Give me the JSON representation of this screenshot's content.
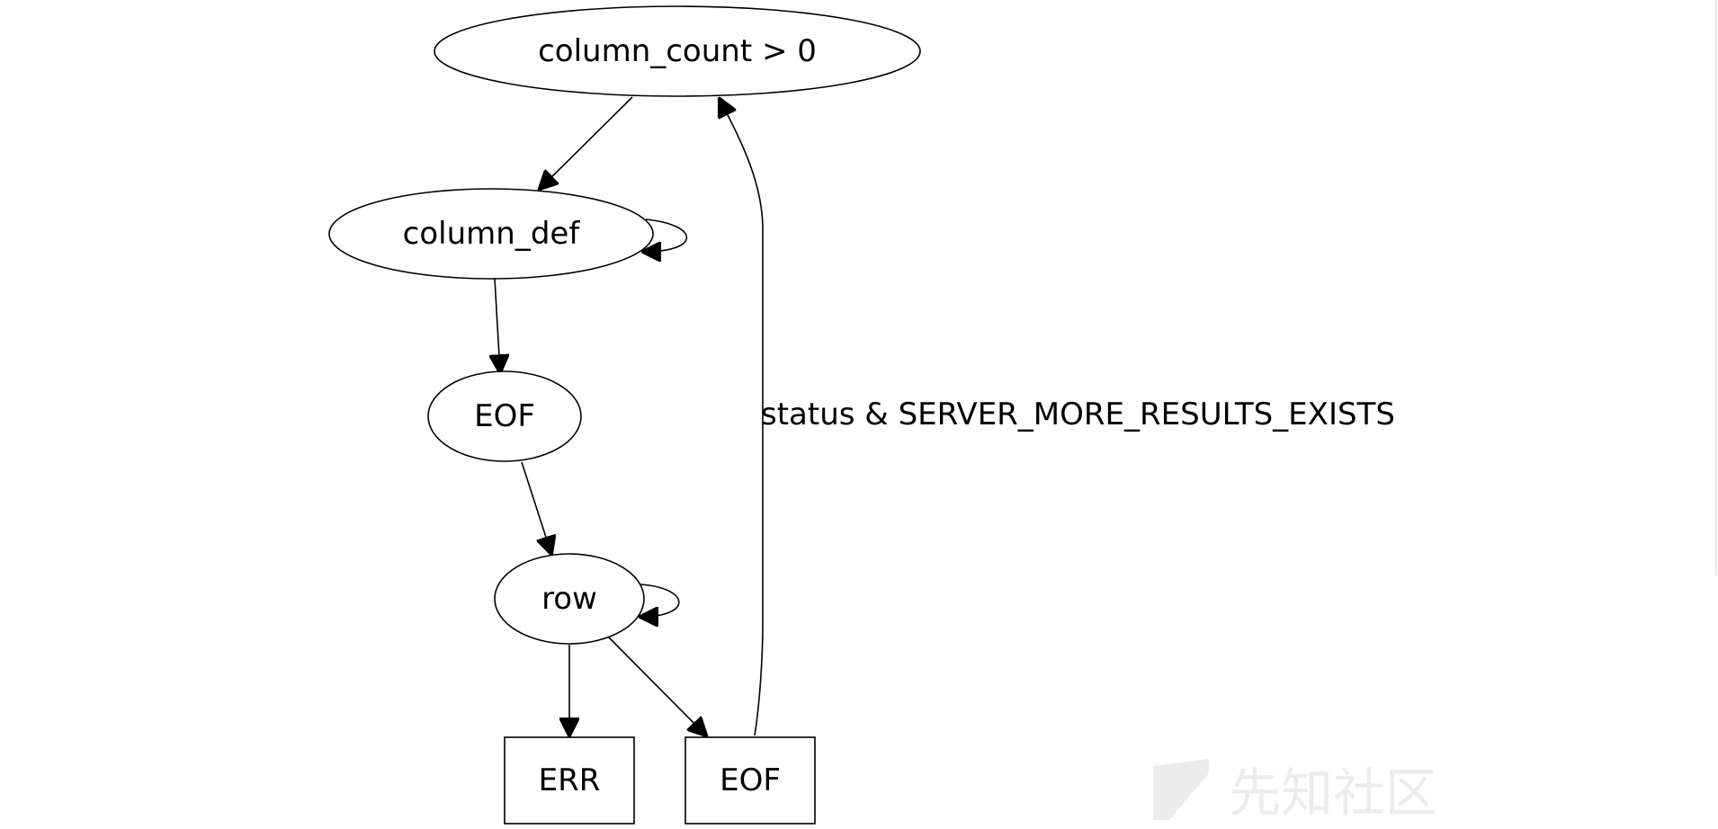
{
  "nodes": {
    "column_count": {
      "label": "column_count > 0",
      "shape": "ellipse"
    },
    "column_def": {
      "label": "column_def",
      "shape": "ellipse"
    },
    "eof_mid": {
      "label": "EOF",
      "shape": "ellipse"
    },
    "row": {
      "label": "row",
      "shape": "ellipse"
    },
    "err": {
      "label": "ERR",
      "shape": "box"
    },
    "eof_end": {
      "label": "EOF",
      "shape": "box"
    }
  },
  "edges": [
    {
      "from": "column_count",
      "to": "column_def",
      "label": ""
    },
    {
      "from": "column_def",
      "to": "column_def",
      "label": ""
    },
    {
      "from": "column_def",
      "to": "eof_mid",
      "label": ""
    },
    {
      "from": "eof_mid",
      "to": "row",
      "label": ""
    },
    {
      "from": "row",
      "to": "row",
      "label": ""
    },
    {
      "from": "row",
      "to": "err",
      "label": ""
    },
    {
      "from": "row",
      "to": "eof_end",
      "label": ""
    },
    {
      "from": "eof_end",
      "to": "column_count",
      "label": "status & SERVER_MORE_RESULTS_EXISTS"
    }
  ],
  "edge_labels": {
    "more_results": "status & SERVER_MORE_RESULTS_EXISTS"
  },
  "watermark": {
    "text": "先知社区",
    "icon": "xianzhi-logo-icon"
  },
  "colors": {
    "stroke": "#000000",
    "background": "#ffffff",
    "watermark": "#ececec"
  }
}
